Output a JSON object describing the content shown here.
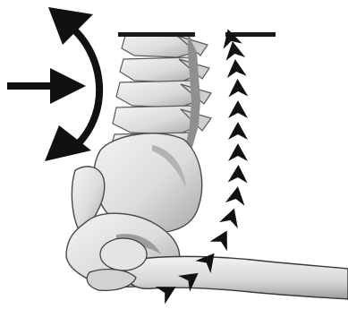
{
  "figure": {
    "subject": "lumbar-spine-and-pelvis",
    "background_color": "#ffffff",
    "bone_color": "#e2e2e2",
    "bone_shade": "#9a9a9a",
    "outline_color": "#111111",
    "arrow_color": "#111111"
  },
  "annotations": {
    "push_arrow": {
      "icon": "right-arrow-icon",
      "direction": "right"
    },
    "rotation_arrow": {
      "icon": "curved-double-arrow-icon",
      "direction": "bidirectional"
    },
    "muscle_line": {
      "icon": "chevron-chain-icon",
      "direction": "up-and-right",
      "chevron_count": 14
    }
  }
}
